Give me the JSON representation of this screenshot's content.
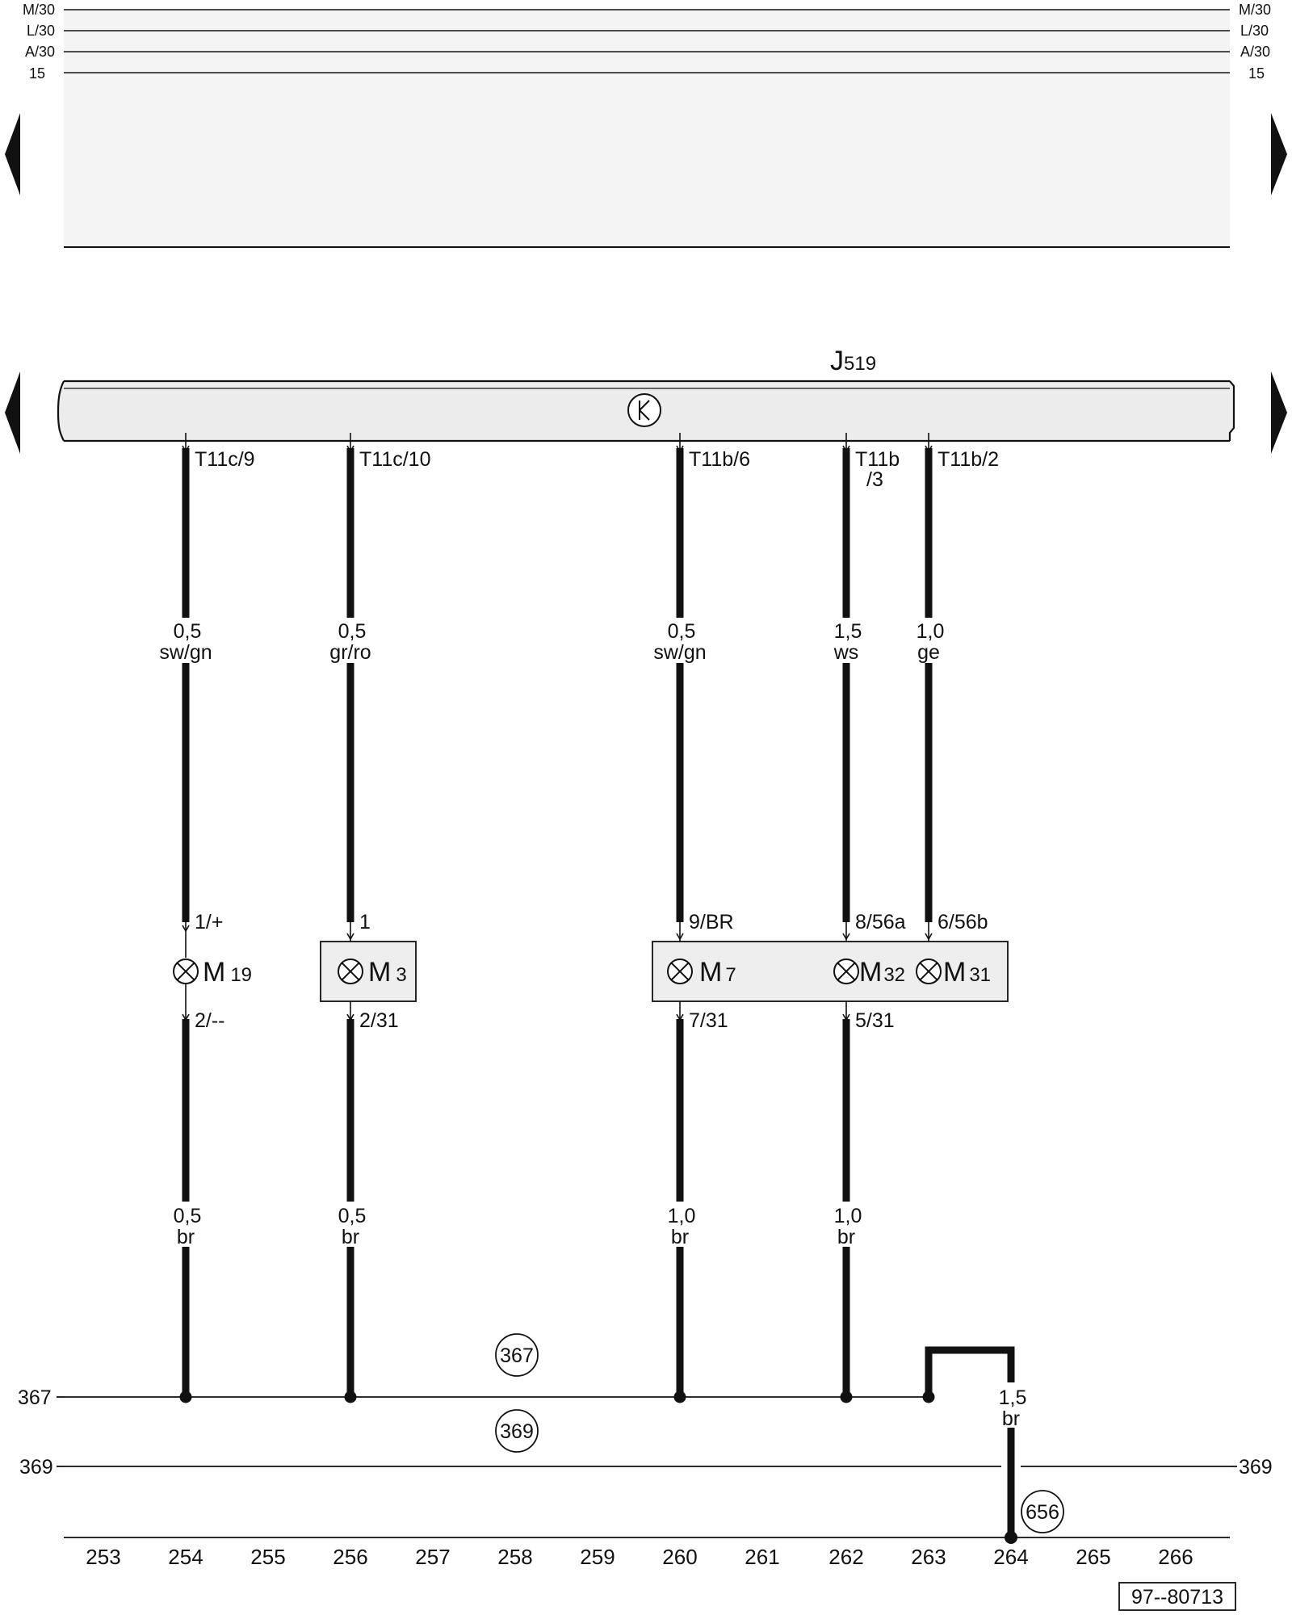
{
  "top_rails": {
    "left": [
      "M/30",
      "L/30",
      "A/30",
      "15"
    ],
    "right": [
      "M/30",
      "L/30",
      "A/30",
      "15"
    ]
  },
  "control_unit": {
    "letter": "J",
    "number": "519",
    "symbol": "relay-symbol-icon"
  },
  "wires": [
    {
      "id": "w254",
      "column": "254",
      "top_pin": "T11c/9",
      "top_pin_2": "",
      "top_size": "0,5",
      "top_color": "sw/gn",
      "comp_pin_in": "1/+",
      "comp_pin_out": "2/--",
      "bottom_size": "0,5",
      "bottom_color": "br"
    },
    {
      "id": "w256",
      "column": "256",
      "top_pin": "T11c/10",
      "top_pin_2": "",
      "top_size": "0,5",
      "top_color": "gr/ro",
      "comp_pin_in": "1",
      "comp_pin_out": "2/31",
      "bottom_size": "0,5",
      "bottom_color": "br"
    },
    {
      "id": "w260",
      "column": "260",
      "top_pin": "T11b/6",
      "top_pin_2": "",
      "top_size": "0,5",
      "top_color": "sw/gn",
      "comp_pin_in": "9/BR",
      "comp_pin_out": "7/31",
      "bottom_size": "1,0",
      "bottom_color": "br"
    },
    {
      "id": "w262",
      "column": "262",
      "top_pin": "T11b",
      "top_pin_2": "/3",
      "top_size": "1,5",
      "top_color": "ws",
      "comp_pin_in": "8/56a",
      "comp_pin_out": "5/31",
      "bottom_size": "1,0",
      "bottom_color": "br"
    },
    {
      "id": "w263",
      "column": "263",
      "top_pin": "T11b/2",
      "top_pin_2": "",
      "top_size": "1,0",
      "top_color": "ge",
      "comp_pin_in": "6/56b",
      "comp_pin_out": "",
      "bottom_size": "",
      "bottom_color": ""
    }
  ],
  "components": [
    {
      "id": "M19",
      "letter": "M",
      "number": "19",
      "icon": "lamp-icon"
    },
    {
      "id": "M3",
      "letter": "M",
      "number": "3",
      "icon": "lamp-icon"
    },
    {
      "id": "M7",
      "letter": "M",
      "number": "7",
      "icon": "lamp-icon"
    },
    {
      "id": "M32",
      "letter": "M",
      "number": "32",
      "icon": "lamp-icon"
    },
    {
      "id": "M31",
      "letter": "M",
      "number": "31",
      "icon": "lamp-icon"
    }
  ],
  "ground_wire": {
    "size": "1,5",
    "color": "br"
  },
  "ground_points": {
    "p367": "367",
    "p369": "369",
    "p656": "656"
  },
  "bottom_rails": {
    "left_367": "367",
    "left_369": "369",
    "right_369": "369"
  },
  "columns": [
    "253",
    "254",
    "255",
    "256",
    "257",
    "258",
    "259",
    "260",
    "261",
    "262",
    "263",
    "264",
    "265",
    "266"
  ],
  "figure_id": "97--80713",
  "colors": {
    "panel": "#f4f4f4",
    "component_fill": "#eeeeee",
    "stroke": "#111111"
  },
  "icons": {
    "nav_left": "triangle-left-icon",
    "nav_right": "triangle-right-icon"
  }
}
